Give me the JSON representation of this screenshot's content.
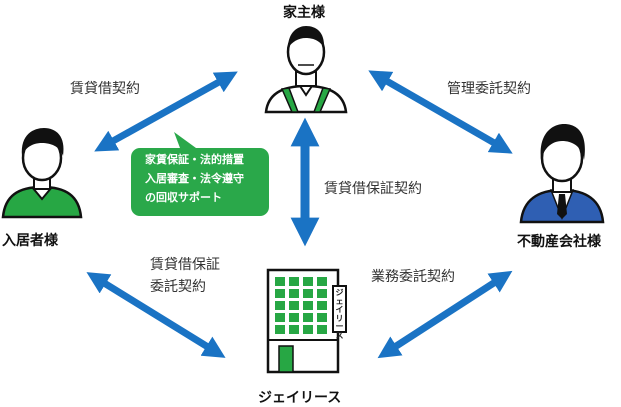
{
  "nodes": {
    "landlord": "家主様",
    "tenant": "入居者様",
    "management_company": "不動産会社様",
    "jailies": "ジェイリース"
  },
  "building_sign": "ジェイリース",
  "relations": {
    "landlord_tenant": "賃貸借契約",
    "landlord_management": "管理委託契約",
    "landlord_jailies": "賃貸借保証契約",
    "tenant_jailies_line1": "賃貸借保証",
    "tenant_jailies_line2": "委託契約",
    "management_jailies": "業務委託契約"
  },
  "bubble": {
    "lines": [
      "家賃保証・法的措置",
      "入居審査・法令遵守",
      "の回収サポート"
    ]
  },
  "colors": {
    "arrow": "#1a73c4",
    "green": "#27a744",
    "bubble": "#2aa84a",
    "suit": "#2f5fb3"
  }
}
